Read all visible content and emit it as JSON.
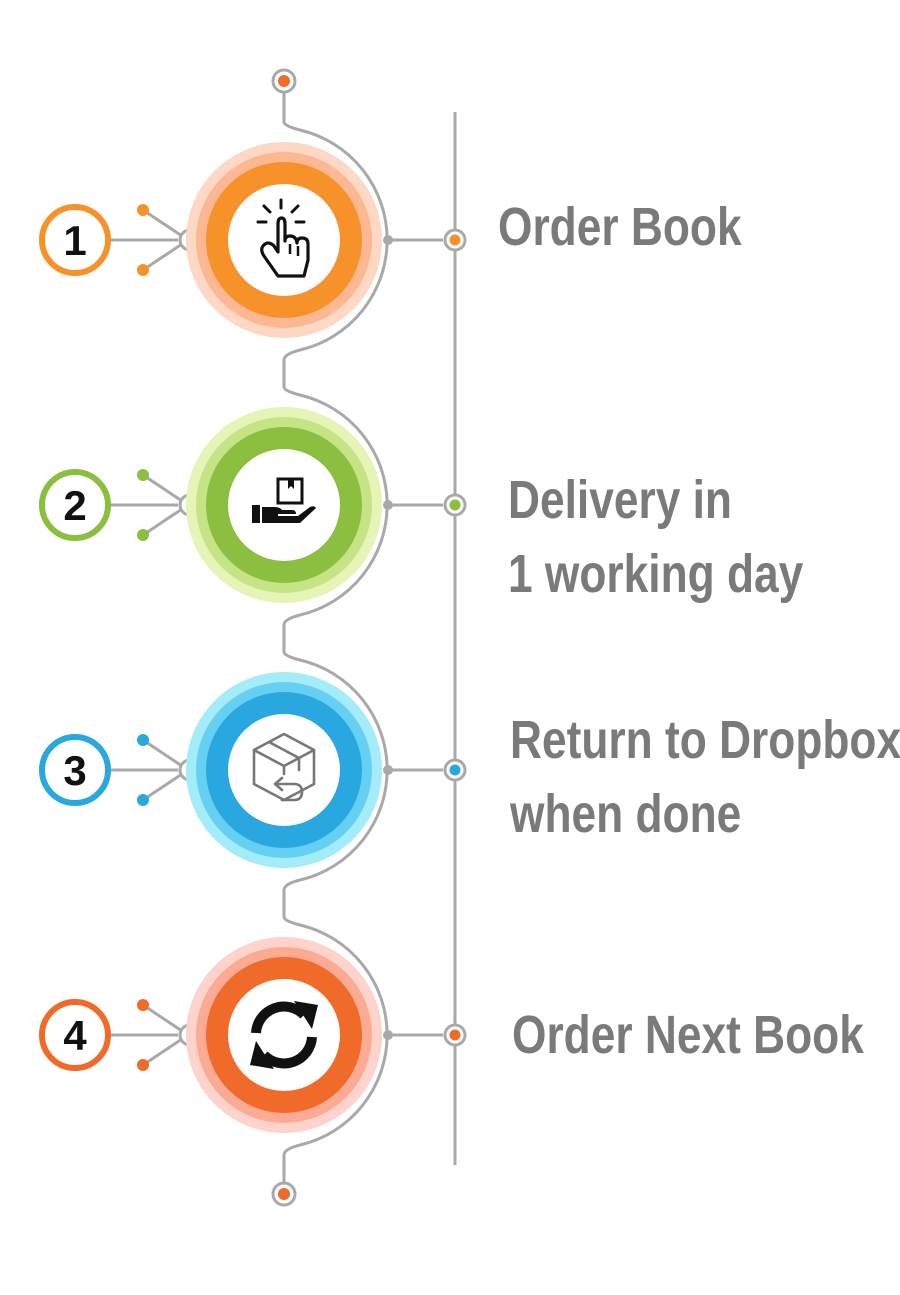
{
  "steps": [
    {
      "number": "1",
      "label_lines": [
        "Order Book"
      ],
      "icon": "tap-hand-icon",
      "accent": "#f7922a",
      "ring_light": "#fdd8c4",
      "ring_mid": "#fbb892",
      "dot": "#f7922a"
    },
    {
      "number": "2",
      "label_lines": [
        "Delivery in",
        "1 working day"
      ],
      "icon": "hand-box-delivery-icon",
      "accent": "#8cbf3f",
      "ring_light": "#e6f4b7",
      "ring_mid": "#c6e485",
      "dot": "#8cbf3f"
    },
    {
      "number": "3",
      "label_lines": [
        "Return to Dropbox",
        "when done"
      ],
      "icon": "box-return-icon",
      "accent": "#29a8e0",
      "ring_light": "#a5ecfa",
      "ring_mid": "#66d0f2",
      "dot": "#29a8e0"
    },
    {
      "number": "4",
      "label_lines": [
        "Order Next Book"
      ],
      "icon": "refresh-icon",
      "accent": "#f06a2a",
      "ring_light": "#fdd3cb",
      "ring_mid": "#fbaa93",
      "dot": "#f06a2a"
    }
  ],
  "colors": {
    "connector": "#a9a9a9",
    "text": "#7a7a7a",
    "end_dot": "#f06a2a"
  }
}
